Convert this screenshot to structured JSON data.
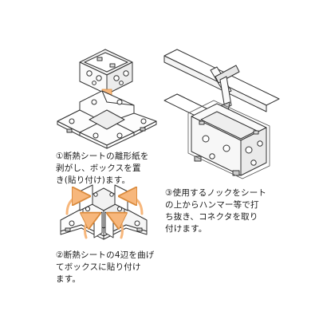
{
  "steps": [
    {
      "lines": [
        "①断熱シートの離形紙を",
        "剥がし、ボックスを置",
        "き(貼り付け)ます。"
      ]
    },
    {
      "lines": [
        "②断熱シートの4辺を曲げ",
        "てボックスに貼り付け",
        "ます。"
      ]
    },
    {
      "lines": [
        "③使用するノックをシート",
        "の上からハンマー等で打",
        "ち抜き、コネクタを取り",
        "付けます。"
      ]
    }
  ],
  "colors": {
    "line": "#333333",
    "fill": "#ffffff",
    "shade": "#e6e6e6",
    "dark": "#bdbdbd",
    "accent": "#f7b77c",
    "accent_stroke": "#d98a3c"
  }
}
